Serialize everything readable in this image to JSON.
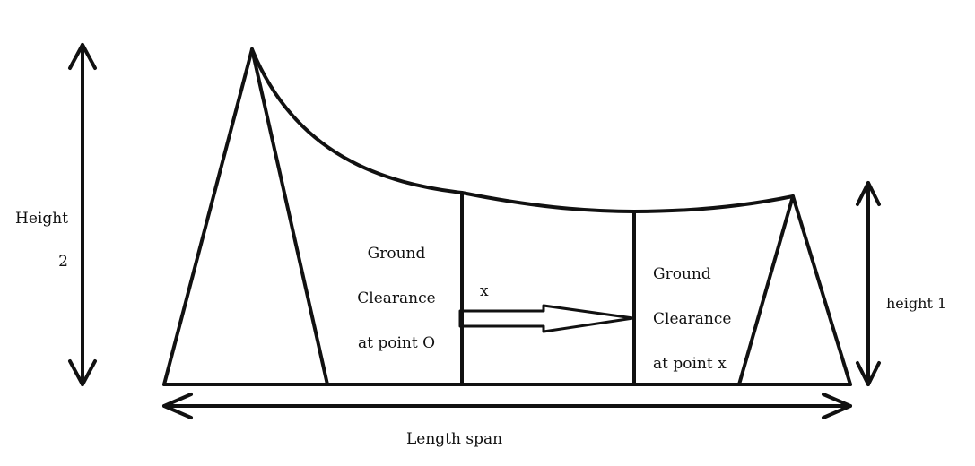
{
  "colors": {
    "stroke": "#111111",
    "background": "#ffffff"
  },
  "labels": {
    "height2_line1": "Height",
    "height2_line2": "2",
    "height1": "height 1",
    "clearance_o_line1": "Ground",
    "clearance_o_line2": "Clearance",
    "clearance_o_line3": "at point O",
    "clearance_x_line1": "Ground",
    "clearance_x_line2": "Clearance",
    "clearance_x_line3": "at point x",
    "x_marker": "x",
    "length_span": "Length span"
  }
}
